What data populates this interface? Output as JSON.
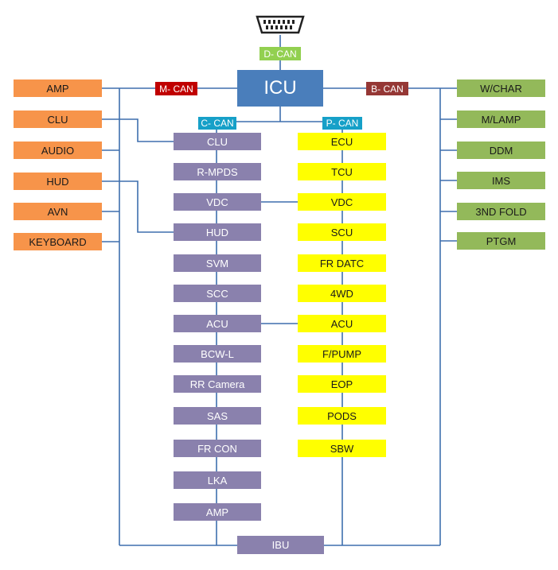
{
  "bus_labels": {
    "d_can": "D- CAN",
    "m_can": "M- CAN",
    "b_can": "B- CAN",
    "c_can": "C- CAN",
    "p_can": "P- CAN"
  },
  "central": {
    "icu": "ICU",
    "ibu": "IBU"
  },
  "m_can_nodes": [
    "AMP",
    "CLU",
    "AUDIO",
    "HUD",
    "AVN",
    "KEYBOARD"
  ],
  "b_can_nodes": [
    "W/CHAR",
    "M/LAMP",
    "DDM",
    "IMS",
    "3ND FOLD",
    "PTGM"
  ],
  "c_can_nodes": [
    "CLU",
    "R-MPDS",
    "VDC",
    "HUD",
    "SVM",
    "SCC",
    "ACU",
    "BCW-L",
    "RR Camera",
    "SAS",
    "FR CON",
    "LKA",
    "AMP"
  ],
  "p_can_nodes": [
    "ECU",
    "TCU",
    "VDC",
    "SCU",
    "FR DATC",
    "4WD",
    "ACU",
    "F/PUMP",
    "EOP",
    "PODS",
    "SBW"
  ],
  "icons": {
    "connector": "obd-connector-icon"
  },
  "colors": {
    "wire": "#3e6fae",
    "m_can_node": "#f7944a",
    "b_can_node": "#93b95a",
    "c_can_node": "#8a81ad",
    "p_can_node": "#ffff00",
    "icu": "#4a7ebb",
    "d_can_tag": "#92d050",
    "m_can_tag": "#c00000",
    "b_can_tag": "#953735",
    "c_can_tag": "#16a0c8",
    "p_can_tag": "#16a0c8"
  }
}
